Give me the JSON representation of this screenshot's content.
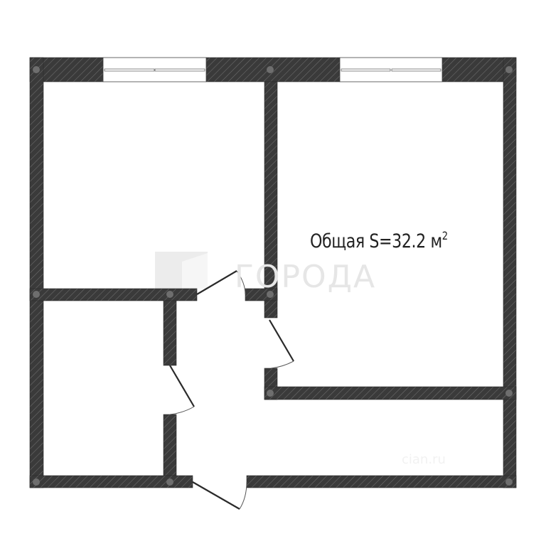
{
  "plan": {
    "type": "apartment-floor-plan",
    "rooms": [
      {
        "id": "room-left",
        "label": ""
      },
      {
        "id": "room-right",
        "label": ""
      },
      {
        "id": "bathroom",
        "label": ""
      },
      {
        "id": "corridor",
        "label": ""
      }
    ],
    "area_label": {
      "prefix": "Общая S=32.2 м",
      "superscript": "2"
    },
    "windows": 2,
    "doors": 4,
    "colors": {
      "wall_fill": "#3a3a3a",
      "wall_hatch": "#6b6b6b",
      "column_dot": "#6e6e6e",
      "background": "#ffffff",
      "watermark": "#e6e6e6"
    }
  },
  "watermark": {
    "text": "ГОРОДА",
    "secondary_text": "cian.ru"
  }
}
